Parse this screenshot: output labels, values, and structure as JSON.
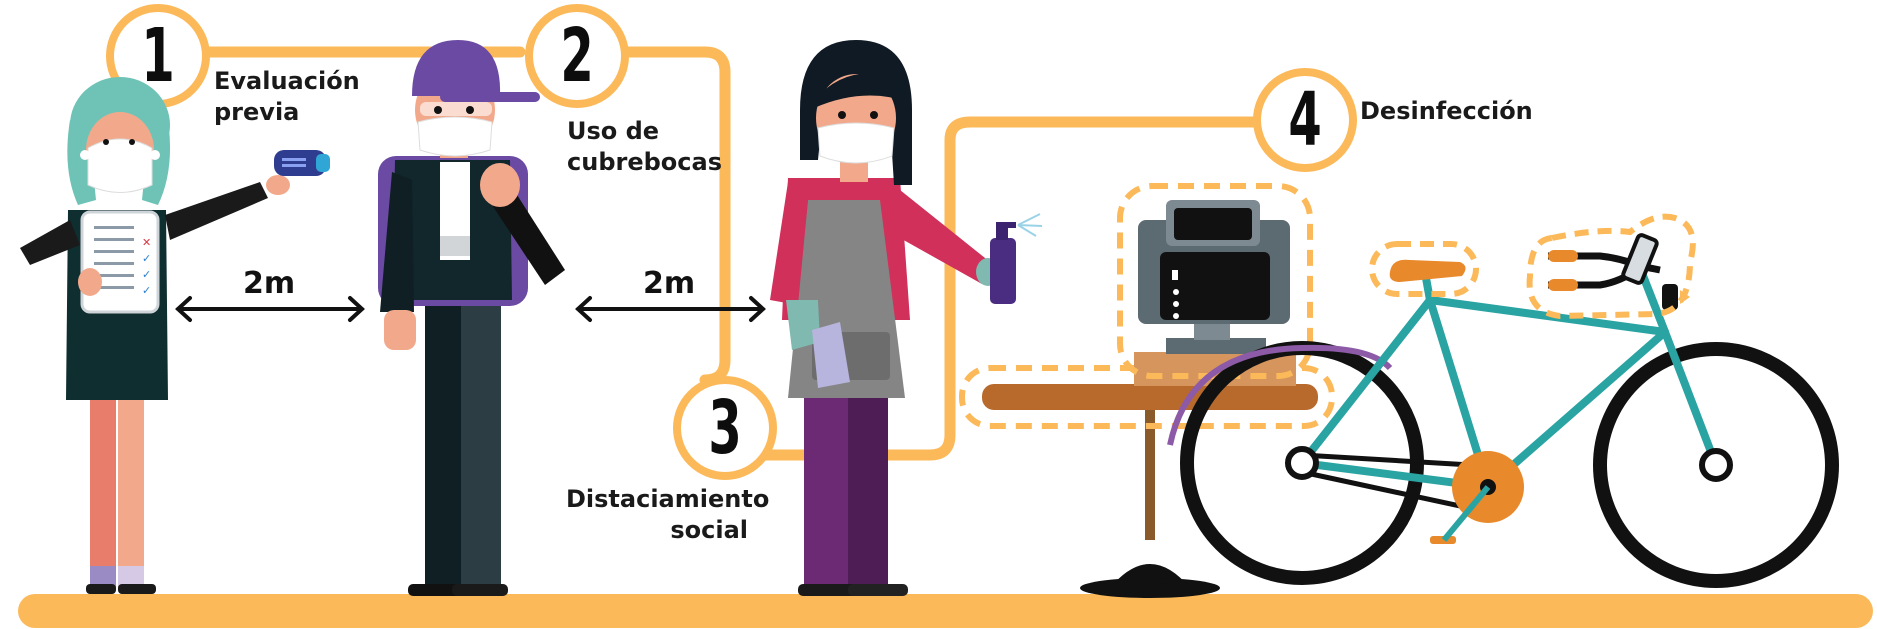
{
  "steps": [
    {
      "number": "1",
      "label": "Evaluación\nprevia"
    },
    {
      "number": "2",
      "label": "Uso de\ncubrebocas"
    },
    {
      "number": "3",
      "label": "Distaciamiento\nsocial"
    },
    {
      "number": "4",
      "label": "Desinfección"
    }
  ],
  "distances": [
    "2m",
    "2m"
  ],
  "colors": {
    "path": "#fbb95a",
    "ground": "#fbb95a",
    "dashed_highlight": "#fbb95a",
    "bike_frame": "#2aa3a3",
    "chainring": "#e8892b",
    "saddle": "#e8892b"
  },
  "icons": [
    "woman-with-thermometer-figure",
    "courier-with-backpack-figure",
    "woman-with-sanitizer-spray-figure",
    "cafe-table-icon",
    "payment-terminal-icon",
    "bicycle-icon",
    "phone-holder-icon"
  ]
}
